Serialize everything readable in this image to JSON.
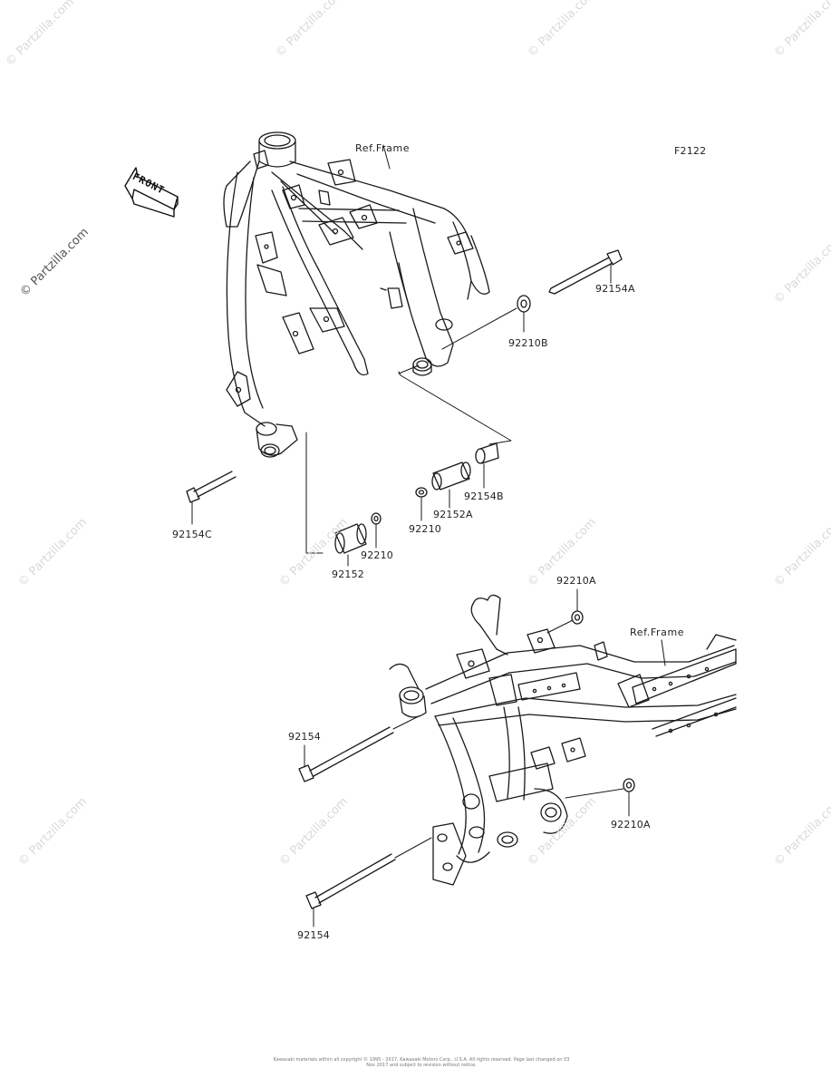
{
  "diagram": {
    "code": "F2122",
    "front_label": "FRONT",
    "ref_frame_label": "Ref.Frame",
    "watermark": "© Partzilla.com",
    "parts_top": {
      "p92154A": "92154A",
      "p92210B": "92210B",
      "p92154C": "92154C",
      "p92154B": "92154B",
      "p92152A": "92152A",
      "p92210_right": "92210",
      "p92210_left": "92210",
      "p92152": "92152"
    },
    "parts_bottom": {
      "p92210A_top": "92210A",
      "p92154_upper": "92154",
      "p92210A_bottom": "92210A",
      "p92154_lower": "92154"
    },
    "copyright": "Kawasaki materials within all copyright © 1995 - 2017, Kawasaki Motors Corp., U.S.A. All rights reserved. Page last changed on 03 Nov 2017 and subject to revision without notice."
  }
}
